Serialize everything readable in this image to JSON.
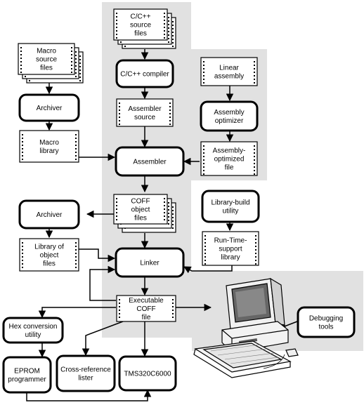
{
  "nodes": {
    "src": {
      "lines": [
        "C/C++",
        "source",
        "files"
      ]
    },
    "compiler": {
      "lines": [
        "C/C++ compiler"
      ]
    },
    "asmsrc": {
      "lines": [
        "Assembler",
        "source"
      ]
    },
    "linasm": {
      "lines": [
        "Linear",
        "assembly"
      ]
    },
    "optimizer": {
      "lines": [
        "Assembly",
        "optimizer"
      ]
    },
    "optfile": {
      "lines": [
        "Assembly-",
        "optimized",
        "file"
      ]
    },
    "macro": {
      "lines": [
        "Macro",
        "source",
        "files"
      ]
    },
    "archiver1": {
      "lines": [
        "Archiver"
      ]
    },
    "macrolib": {
      "lines": [
        "Macro",
        "library"
      ]
    },
    "assembler": {
      "lines": [
        "Assembler"
      ]
    },
    "coff": {
      "lines": [
        "COFF",
        "object",
        "files"
      ]
    },
    "archiver2": {
      "lines": [
        "Archiver"
      ]
    },
    "libobj": {
      "lines": [
        "Library of",
        "object",
        "files"
      ]
    },
    "libbuild": {
      "lines": [
        "Library-build",
        "utility"
      ]
    },
    "rts": {
      "lines": [
        "Run-Time-",
        "support",
        "library"
      ]
    },
    "linker": {
      "lines": [
        "Linker"
      ]
    },
    "exe": {
      "lines": [
        "Executable",
        "COFF",
        "file"
      ]
    },
    "hex": {
      "lines": [
        "Hex conversion",
        "utility"
      ]
    },
    "eprom": {
      "lines": [
        "EPROM",
        "programmer"
      ]
    },
    "xref": {
      "lines": [
        "Cross-reference",
        "lister"
      ]
    },
    "tms": {
      "lines": [
        "TMS320C6000"
      ]
    },
    "debug": {
      "lines": [
        "Debugging",
        "tools"
      ]
    }
  },
  "colors": {
    "shade": "#e1e1e1",
    "stroke": "#000000",
    "fill": "#ffffff"
  },
  "icons": {
    "computer": "computer-workstation-icon"
  }
}
